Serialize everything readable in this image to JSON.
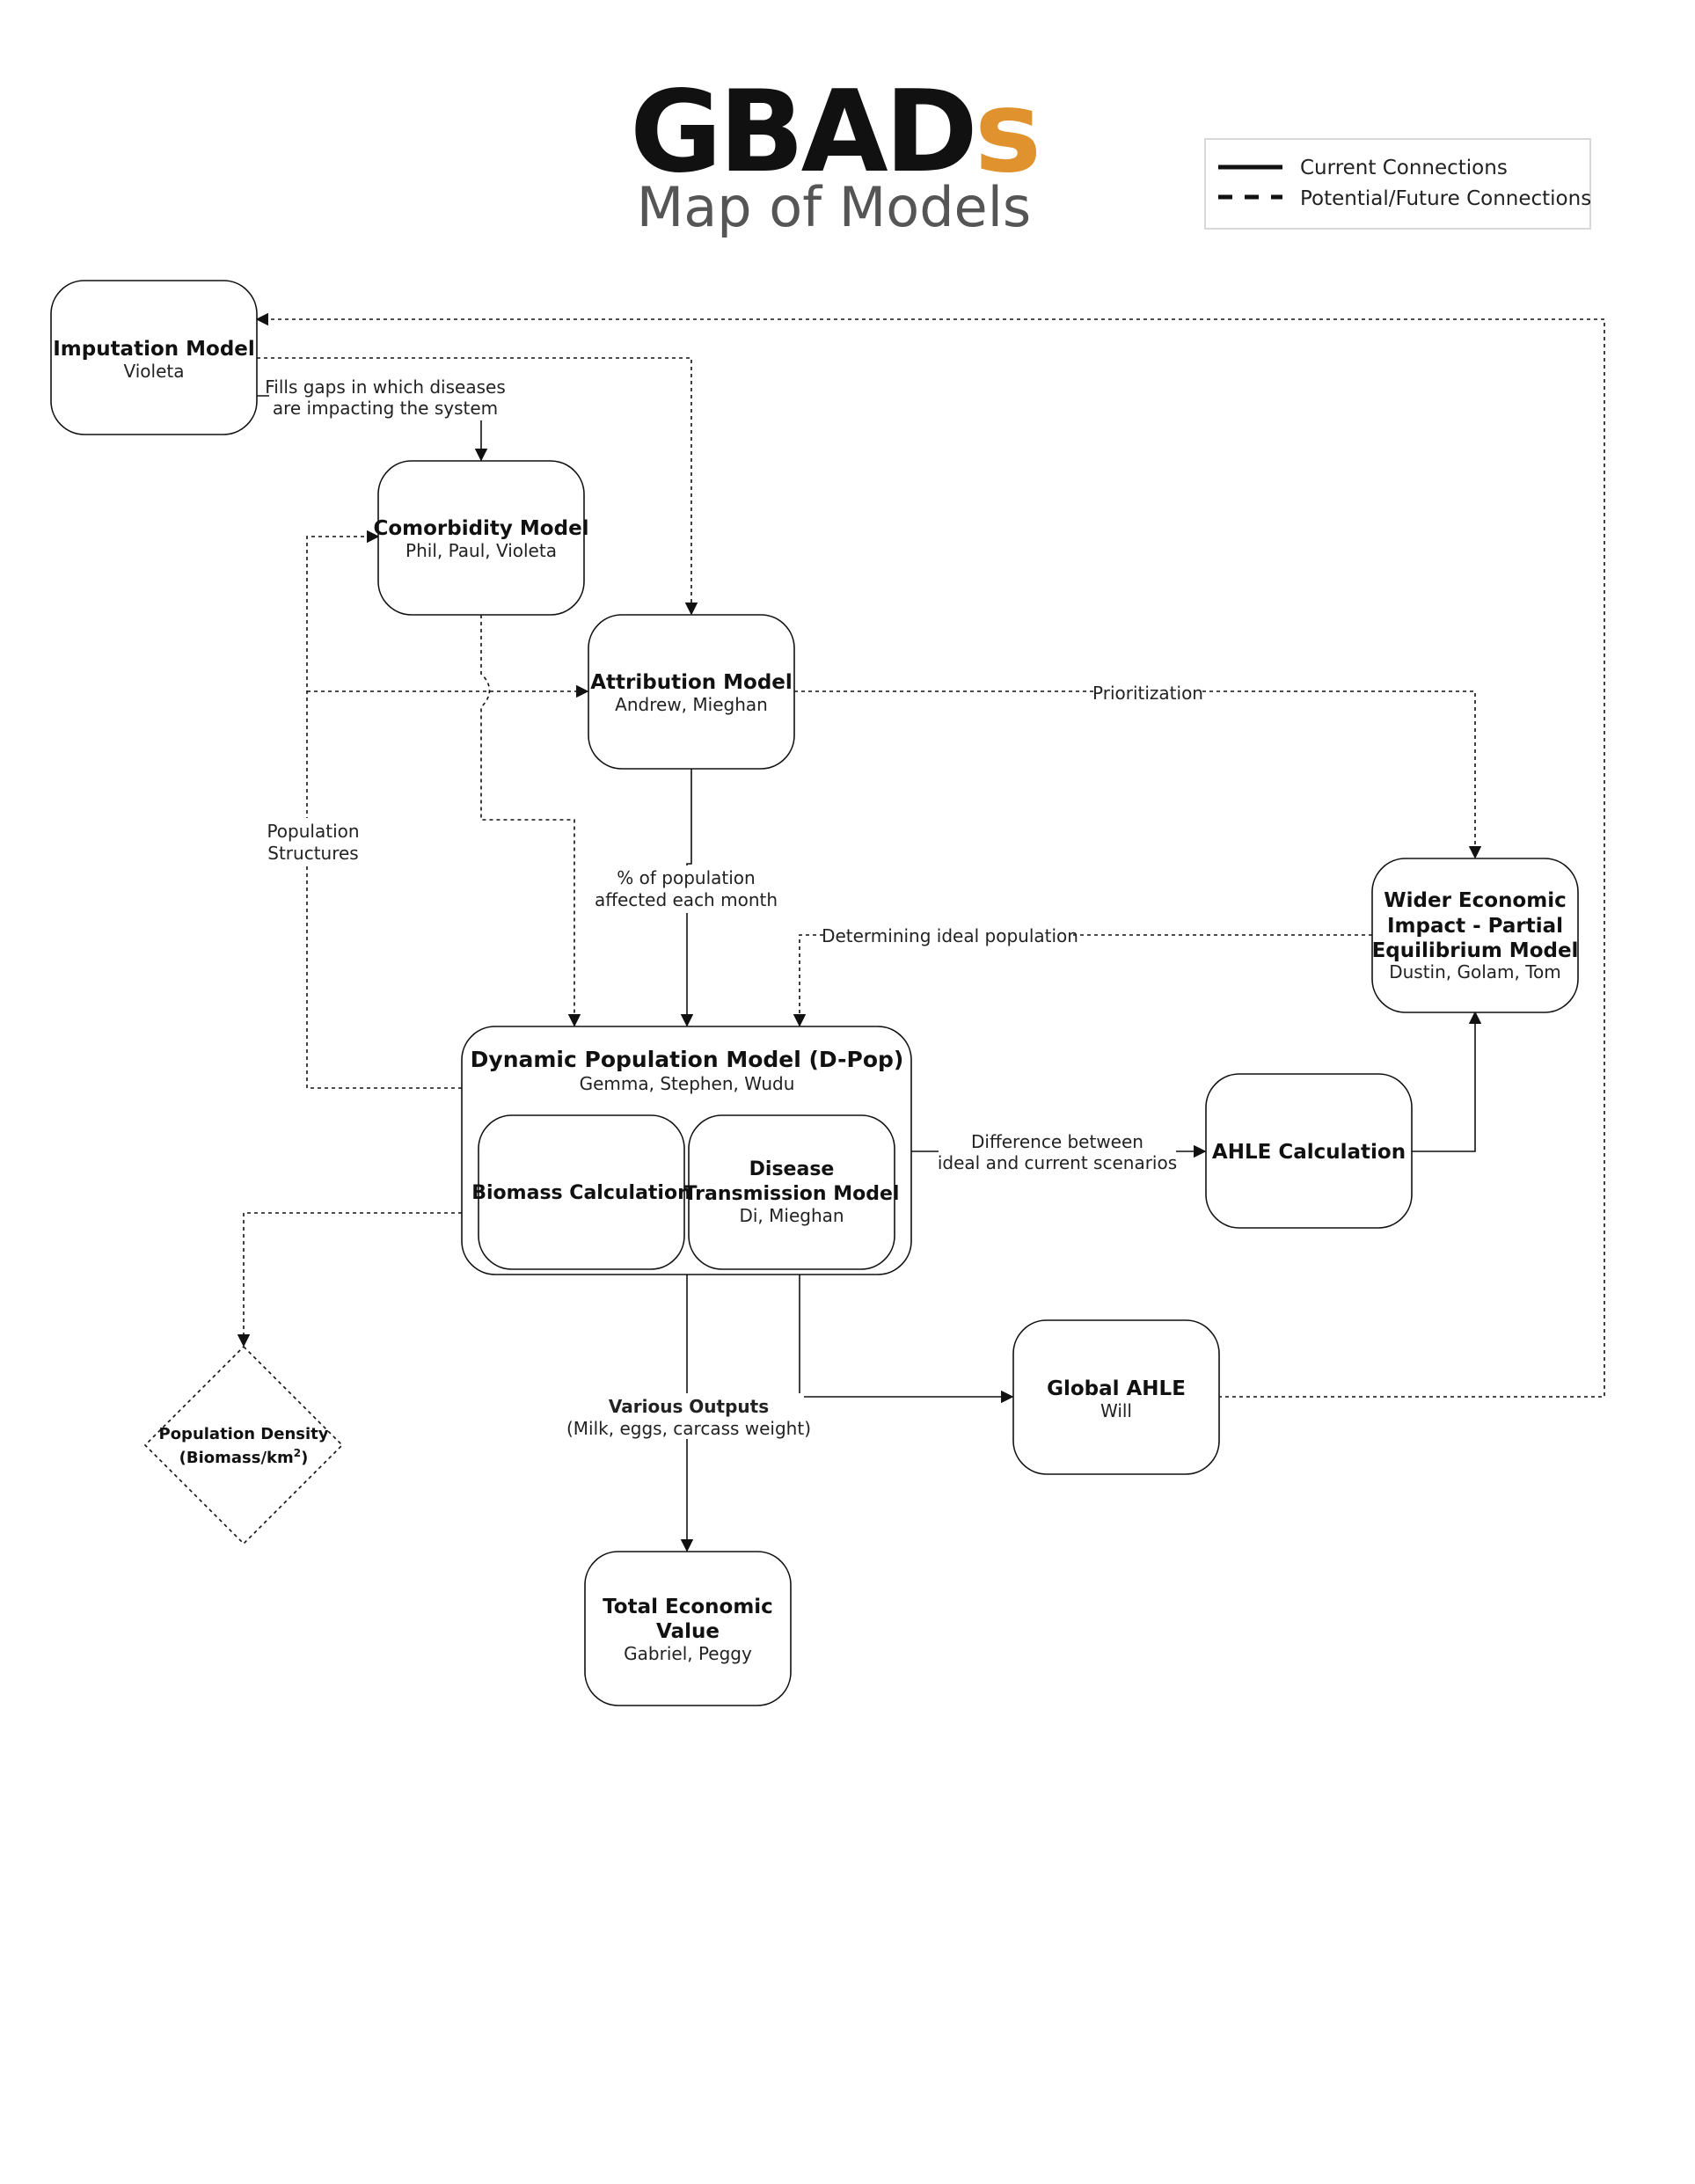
{
  "header": {
    "logo_main": "GBAD",
    "logo_suffix": "s",
    "subtitle": "Map of Models",
    "accent_color": "#e0922f",
    "logo_color": "#111111",
    "subtitle_color": "#555555"
  },
  "legend": {
    "solid_label": "Current Connections",
    "dashed_label": "Potential/Future Connections"
  },
  "nodes": {
    "imputation": {
      "title": "Imputation Model",
      "sub": "Violeta"
    },
    "comorbidity": {
      "title": "Comorbidity Model",
      "sub": "Phil, Paul, Violeta"
    },
    "attribution": {
      "title": "Attribution Model",
      "sub": "Andrew, Mieghan"
    },
    "wider": {
      "title1": "Wider Economic",
      "title2": "Impact - Partial",
      "title3": "Equilibrium Model",
      "sub": "Dustin, Golam, Tom"
    },
    "dpop": {
      "title": "Dynamic Population Model (D-Pop)",
      "sub": "Gemma, Stephen, Wudu"
    },
    "biomass": {
      "title": "Biomass Calculation"
    },
    "disease": {
      "title1": "Disease",
      "title2": "Transmission Model",
      "sub": "Di, Mieghan"
    },
    "ahle": {
      "title": "AHLE Calculation"
    },
    "global_ahle": {
      "title": "Global AHLE",
      "sub": "Will"
    },
    "density": {
      "title1": "Population Density",
      "title2_base": "(Biomass/km",
      "title2_sup": "2",
      "title2_end": ")"
    },
    "tev": {
      "title1": "Total Economic",
      "title2": "Value",
      "sub": "Gabriel, Peggy"
    }
  },
  "edges": {
    "fills_gaps_1": "Fills gaps in which diseases",
    "fills_gaps_2": "are impacting the system",
    "prioritization": "Prioritization",
    "pop_structures_1": "Population",
    "pop_structures_2": "Structures",
    "pct_affected_1": "% of population",
    "pct_affected_2": "affected each month",
    "ideal_population": "Determining ideal population",
    "difference_1": "Difference between",
    "difference_2": "ideal and current scenarios",
    "outputs_1": "Various Outputs",
    "outputs_2": "(Milk, eggs, carcass weight)"
  }
}
